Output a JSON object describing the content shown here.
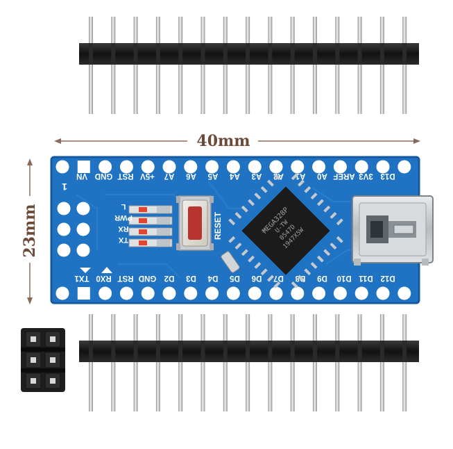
{
  "dimensions": {
    "width_label": "40mm",
    "height_label": "23mm"
  },
  "board": {
    "top_pin_labels": [
      "VN",
      "GND",
      "RST",
      "+5V",
      "A7",
      "A6",
      "A5",
      "A4",
      "A3",
      "A2",
      "A1",
      "A0",
      "AREF",
      "3V3",
      "D13"
    ],
    "bottom_pin_labels": [
      "TX1",
      "RX0",
      "RST",
      "GND",
      "D2",
      "D3",
      "D4",
      "D5",
      "D6",
      "D7",
      "D8",
      "D9",
      "D10",
      "D11",
      "D12"
    ],
    "pin1_marker": "1",
    "led_labels": [
      "L",
      "PWR",
      "RX",
      "TX"
    ],
    "reset_label": "RESET",
    "chip_lines": [
      "MEGA328P",
      "U-TW",
      "0547D",
      "1947X5W"
    ],
    "colors": {
      "pcb": "#1f73c2",
      "pcb_edge": "#155aa0",
      "pad": "#ffffff",
      "header": "#1a1a1a",
      "pin": "#c9cbcd"
    }
  },
  "headers": {
    "top_pin_count": 15,
    "bottom_pin_count": 15,
    "icsp_rows": 3,
    "icsp_cols": 2
  }
}
